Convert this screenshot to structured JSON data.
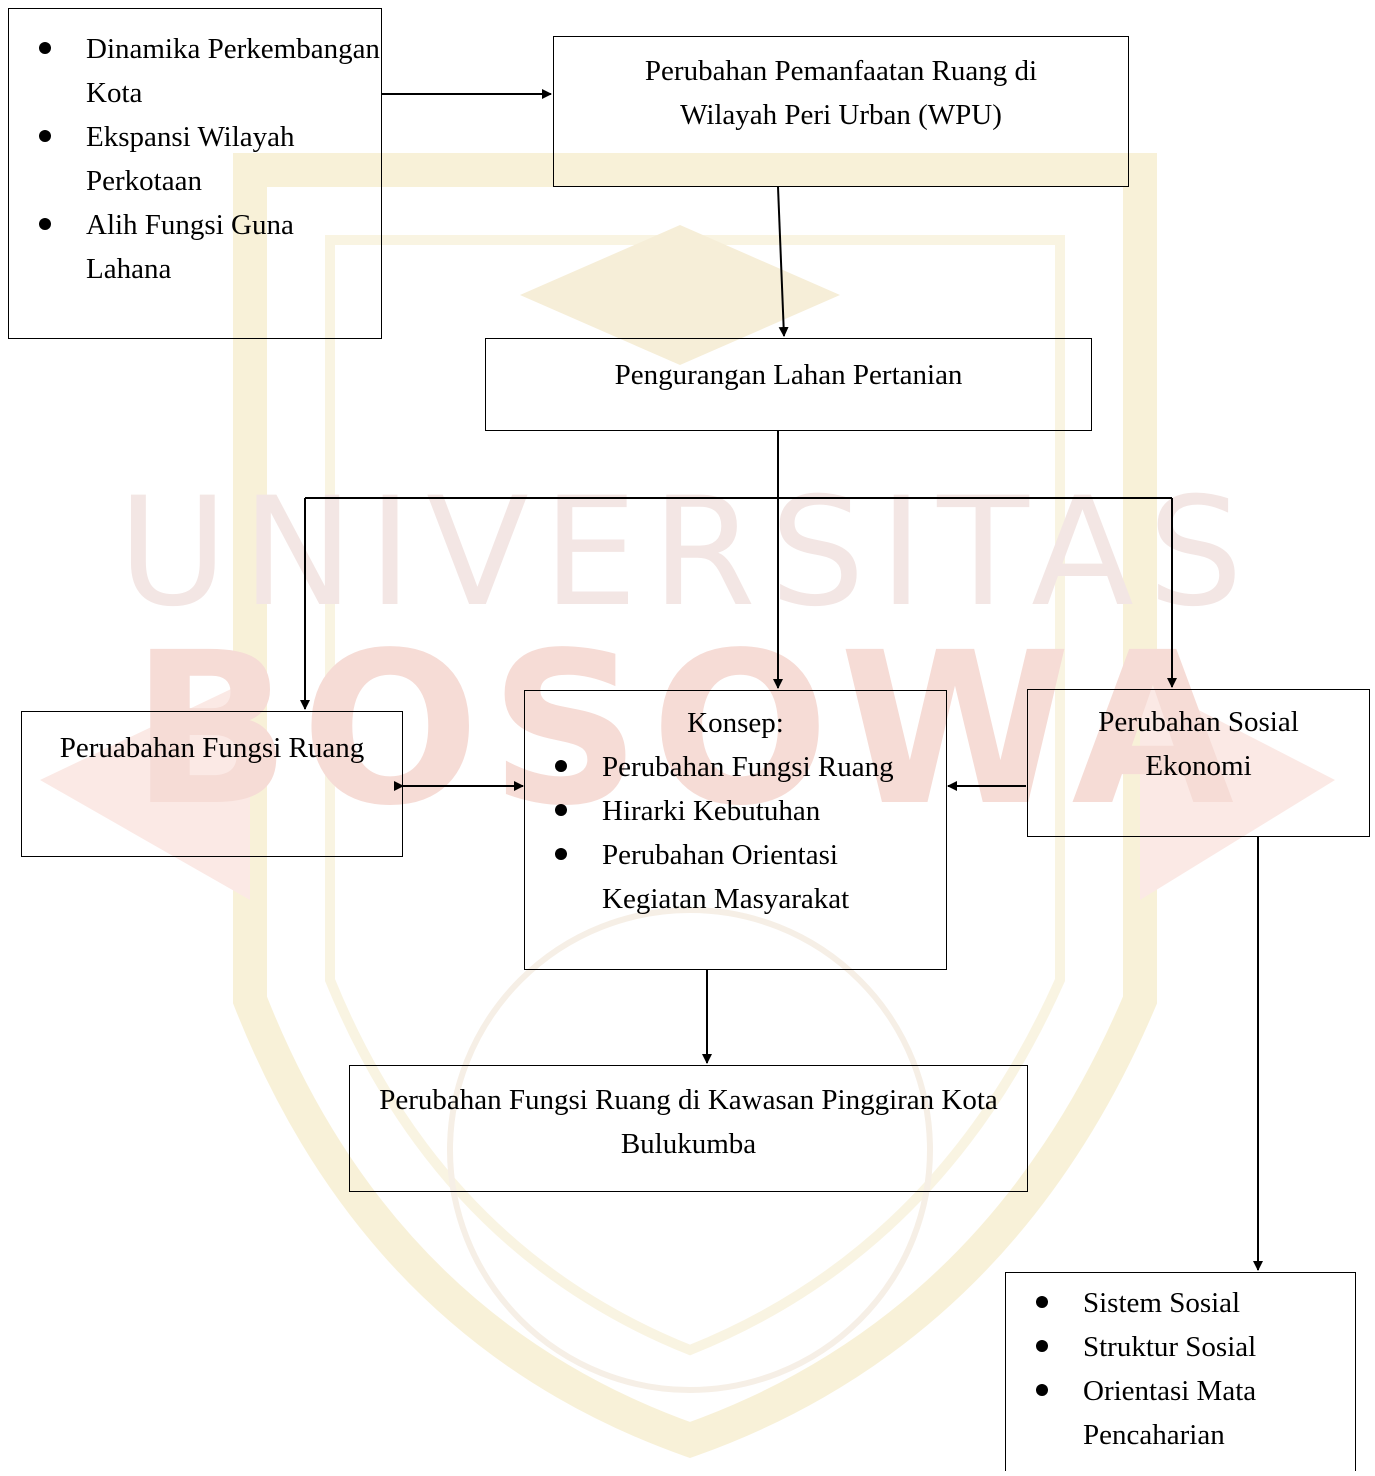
{
  "boxes": {
    "drivers": {
      "items": [
        "Dinamika Perkembangan Kota",
        "Ekspansi Wilayah Perkotaan",
        "Alih Fungsi Guna Lahana"
      ]
    },
    "wpu": {
      "text": "Perubahan Pemanfaatan Ruang di Wilayah Peri Urban (WPU)"
    },
    "lahan": {
      "text": "Pengurangan Lahan Pertanian"
    },
    "fungsi": {
      "text": "Peruabahan Fungsi Ruang"
    },
    "konsep": {
      "title": "Konsep:",
      "items": [
        "Perubahan Fungsi Ruang",
        "Hirarki Kebutuhan",
        "Perubahan Orientasi Kegiatan Masyarakat"
      ]
    },
    "sosek": {
      "text": "Perubahan Sosial Ekonomi"
    },
    "hasil": {
      "text": "Perubahan Fungsi Ruang di Kawasan Pinggiran Kota Bulukumba"
    },
    "sosial": {
      "items": [
        "Sistem Sosial",
        "Struktur Sosial",
        "Orientasi Mata Pencaharian"
      ]
    }
  },
  "watermark": {
    "line1": "UNIVERSITAS",
    "line2": "BOSOWA"
  },
  "colors": {
    "stroke": "#000000",
    "watermark_gold": "#f7efcf",
    "watermark_red": "#f6dcd6"
  }
}
